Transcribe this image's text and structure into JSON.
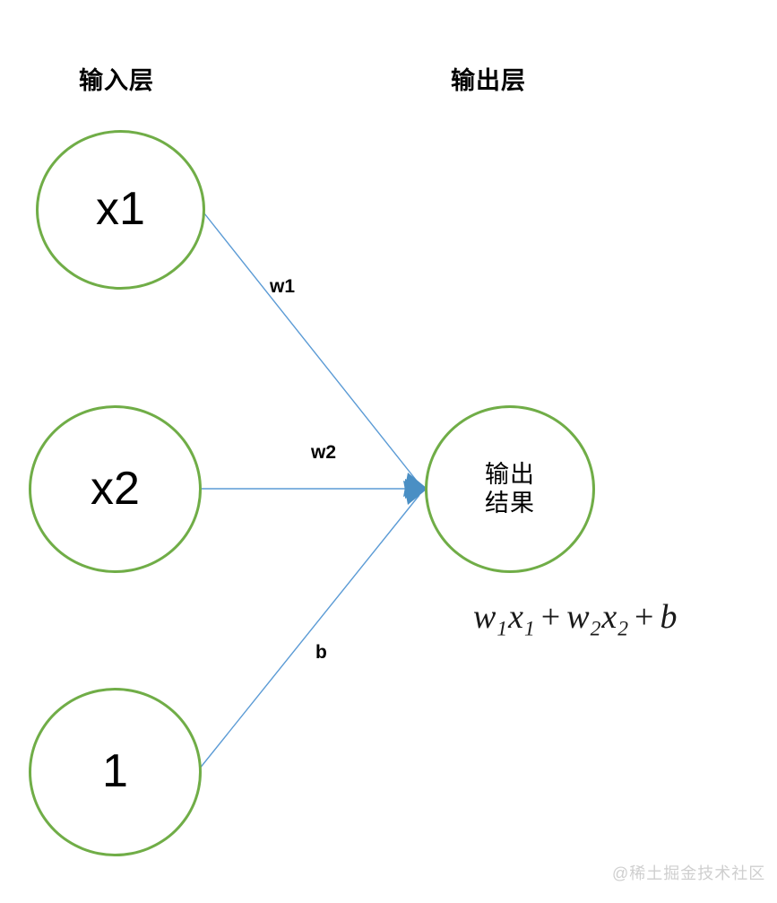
{
  "diagram": {
    "title_input_layer": "输入层",
    "title_output_layer": "输出层",
    "colors": {
      "node_border": "#70AD47",
      "node_fill": "#ffffff",
      "edge_line": "#5B9BD5",
      "arrowhead": "#4A8FC4",
      "text": "#000000",
      "watermark": "#cfcfcf",
      "background": "#ffffff"
    },
    "nodes": [
      {
        "id": "x1",
        "label": "x1",
        "layer": "input"
      },
      {
        "id": "x2",
        "label": "x2",
        "layer": "input"
      },
      {
        "id": "bias",
        "label": "1",
        "layer": "input"
      },
      {
        "id": "output",
        "label": "输出\n结果",
        "layer": "output"
      }
    ],
    "edges": [
      {
        "id": "e-w1",
        "from": "x1",
        "to": "output",
        "label": "w1"
      },
      {
        "id": "e-w2",
        "from": "x2",
        "to": "output",
        "label": "w2"
      },
      {
        "id": "e-b",
        "from": "bias",
        "to": "output",
        "label": "b"
      }
    ],
    "formula": {
      "plain": "w1x1 + w2x2 + b",
      "terms": [
        {
          "base": "w",
          "sub": "1"
        },
        {
          "base": "x",
          "sub": "1"
        },
        {
          "op": "+"
        },
        {
          "base": "w",
          "sub": "2"
        },
        {
          "base": "x",
          "sub": "2"
        },
        {
          "op": "+"
        },
        {
          "base": "b",
          "sub": ""
        }
      ]
    },
    "watermark": "@稀土掘金技术社区"
  }
}
